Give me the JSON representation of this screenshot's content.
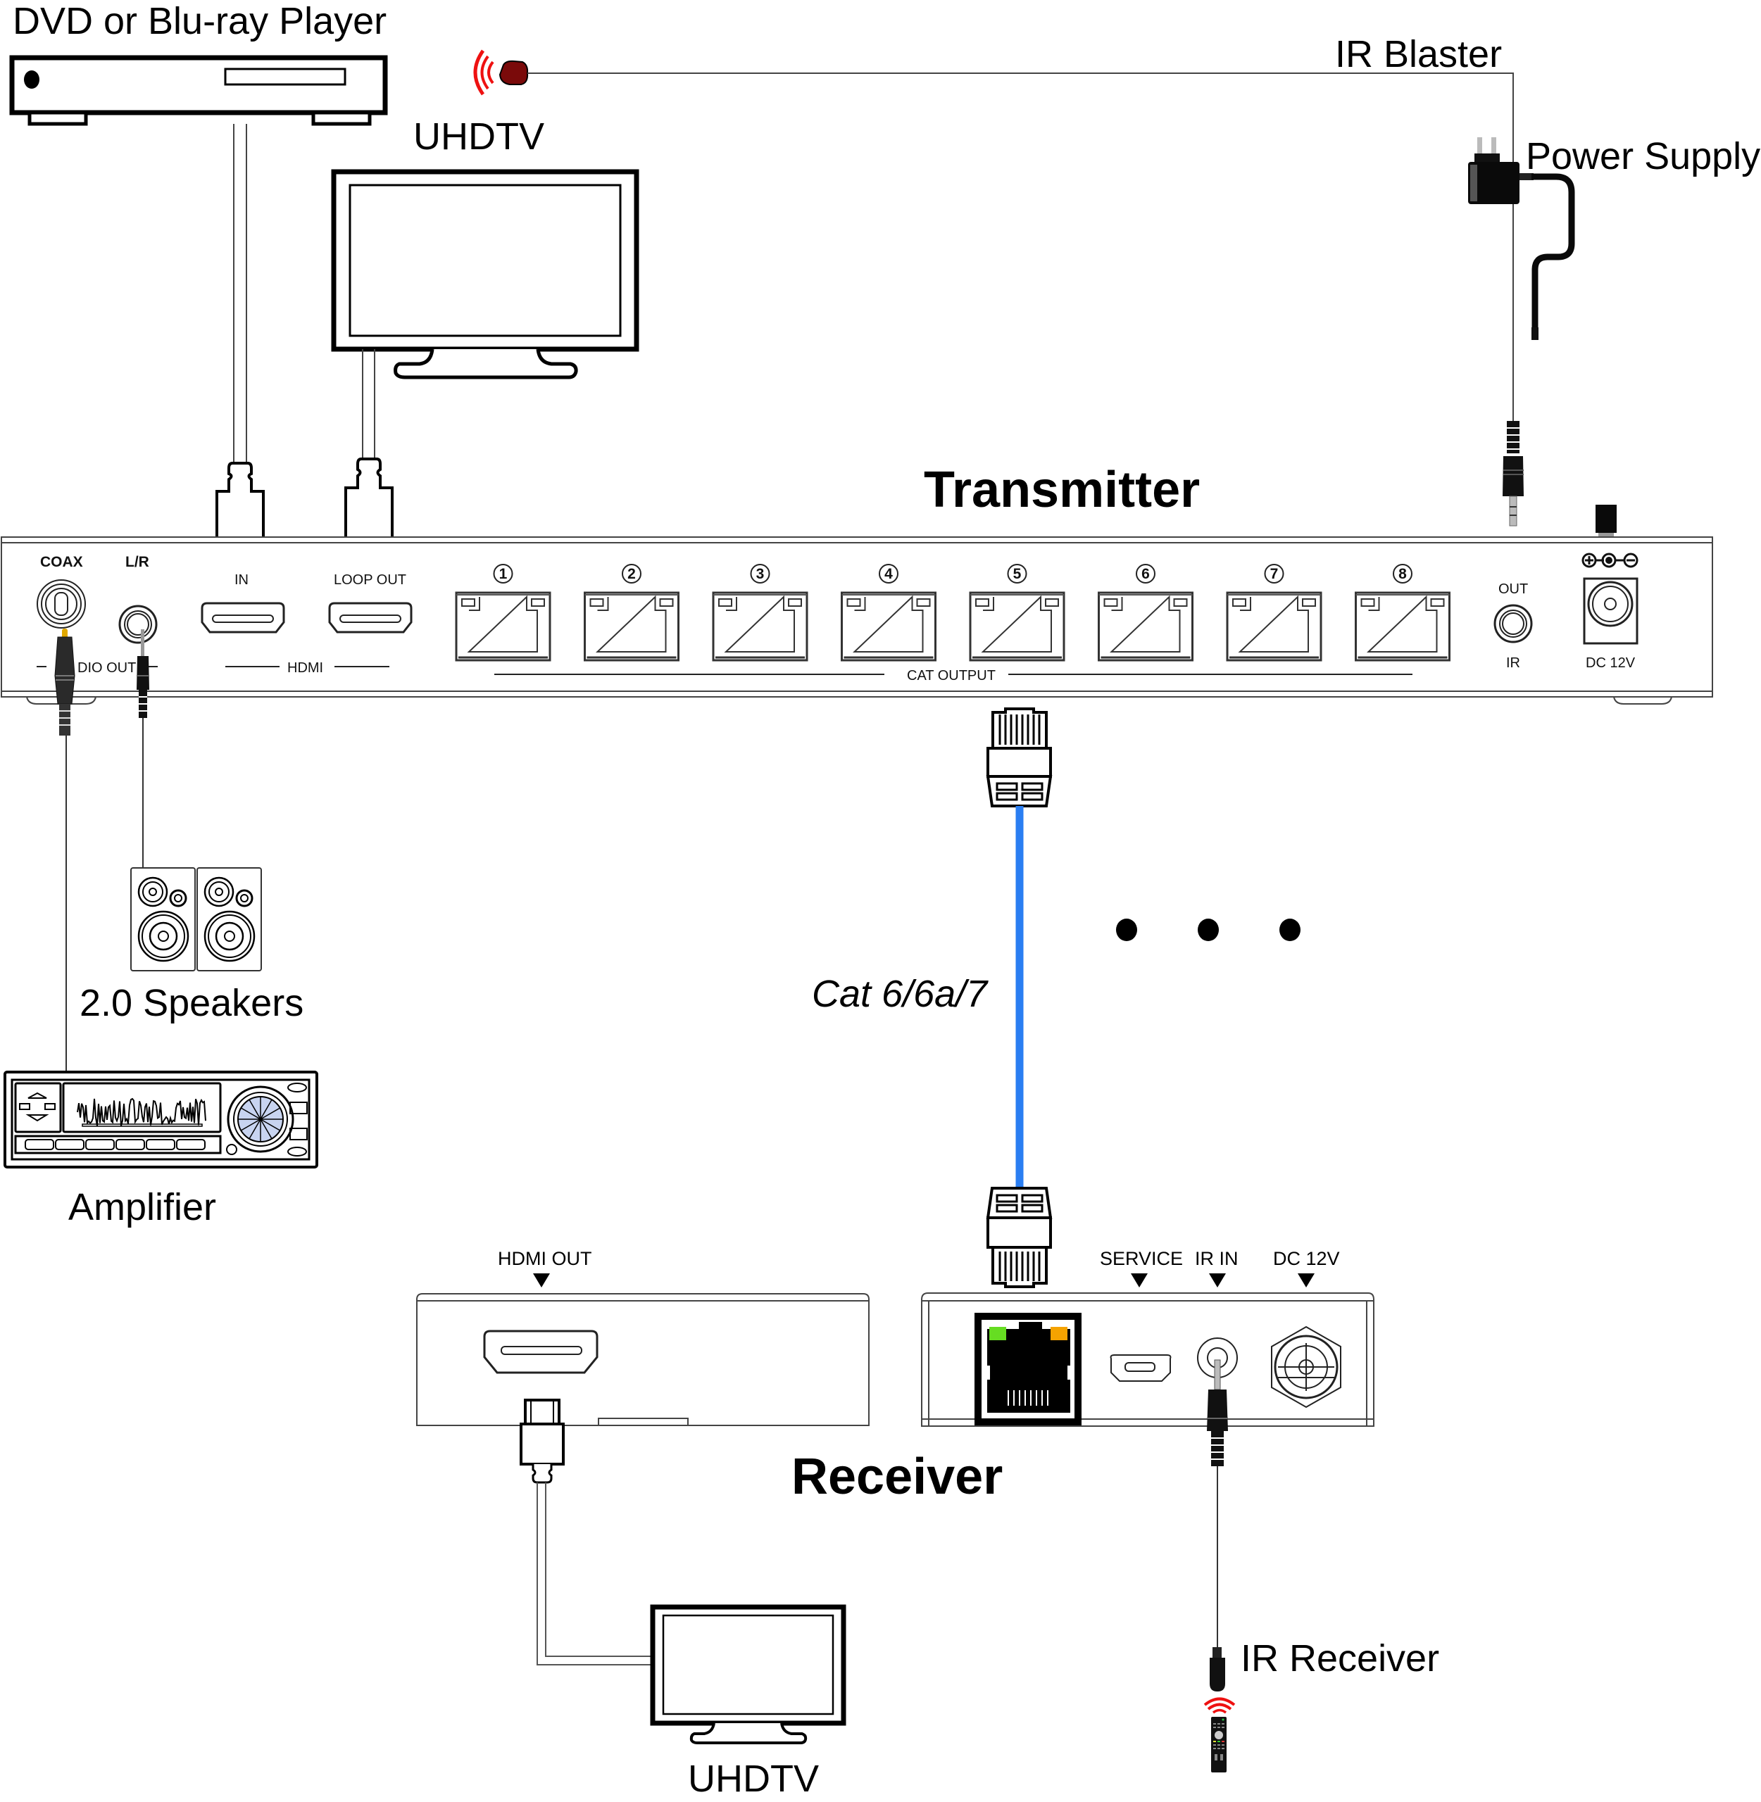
{
  "diagram": {
    "title": "HDMI over Cat Extender Connection Diagram",
    "devices": {
      "source": {
        "label": "DVD or Blu-ray Player"
      },
      "ir_blaster": {
        "label": "IR Blaster"
      },
      "local_tv": {
        "label": "UHDTV"
      },
      "power_supply": {
        "label": "Power Supply"
      },
      "transmitter": {
        "label": "Transmitter"
      },
      "speakers": {
        "label": "2.0 Speakers"
      },
      "amplifier": {
        "label": "Amplifier"
      },
      "receiver": {
        "label": "Receiver"
      },
      "remote_tv": {
        "label": "UHDTV"
      },
      "ir_receiver": {
        "label": "IR Receiver"
      }
    },
    "cable": {
      "label": "Cat 6/6a/7",
      "color": "#2a7ef2"
    },
    "more_outputs_indicator": "• • •",
    "transmitter_panel": {
      "audio_out": {
        "coax": "COAX",
        "lr": "L/R",
        "group": "AUDIO OUT",
        "group_visible": "DIO OUT"
      },
      "hdmi": {
        "in": "IN",
        "loop_out": "LOOP OUT",
        "group": "HDMI"
      },
      "cat_output": {
        "group": "CAT OUTPUT",
        "ports": [
          "1",
          "2",
          "3",
          "4",
          "5",
          "6",
          "7",
          "8"
        ]
      },
      "ir": {
        "top": "OUT",
        "bottom": "IR"
      },
      "dc": {
        "polarity": "⊕-●-⊖",
        "label": "DC 12V"
      }
    },
    "receiver_panel": {
      "hdmi_out": "HDMI OUT",
      "service": "SERVICE",
      "ir_in": "IR IN",
      "dc": "DC 12V",
      "led_colors": {
        "link": "#66dd22",
        "activity": "#f5a300"
      }
    },
    "colors": {
      "ir_signal": "#ee1111",
      "ir_emitter": "#7a0a0a",
      "coax_tip": "#e0a800"
    }
  }
}
